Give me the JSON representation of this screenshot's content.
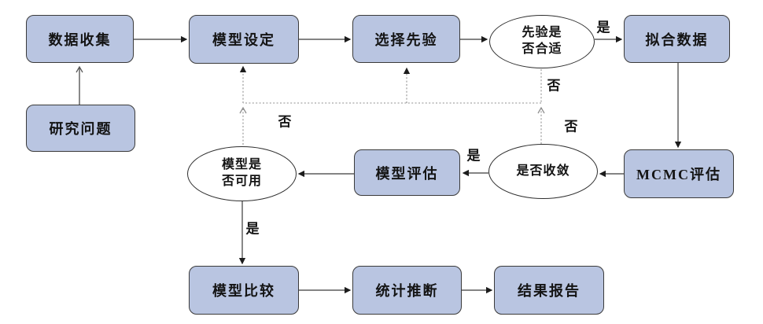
{
  "diagram": {
    "title": "",
    "colors": {
      "node_fill": "#b9c5e1",
      "node_border": "#3a3a3a",
      "ellipse_fill": "#ffffff",
      "ellipse_border": "#2e2e2e",
      "solid_edge": "#3a3a3a",
      "dotted_edge": "#8f8f8f",
      "text": "#141414",
      "background": "#ffffff"
    },
    "nodes": {
      "data_collection": {
        "label": "数据收集"
      },
      "research_question": {
        "label": "研究问题"
      },
      "model_specification": {
        "label": "模型设定"
      },
      "prior_selection": {
        "label": "选择先验"
      },
      "prior_suitable": {
        "label": "先验是\n否合适"
      },
      "fit_data": {
        "label": "拟合数据"
      },
      "mcmc_evaluation": {
        "label": "MCMC评估"
      },
      "converged": {
        "label": "是否收敛"
      },
      "model_evaluation": {
        "label": "模型评估"
      },
      "model_usable": {
        "label": "模型是\n否可用"
      },
      "model_comparison": {
        "label": "模型比较"
      },
      "statistical_inference": {
        "label": "统计推断"
      },
      "results_report": {
        "label": "结果报告"
      }
    },
    "edge_labels": {
      "prior_yes": "是",
      "prior_no": "否",
      "converged_no": "否",
      "converged_yes": "是",
      "model_usable_no": "否",
      "model_usable_yes": "是"
    }
  }
}
